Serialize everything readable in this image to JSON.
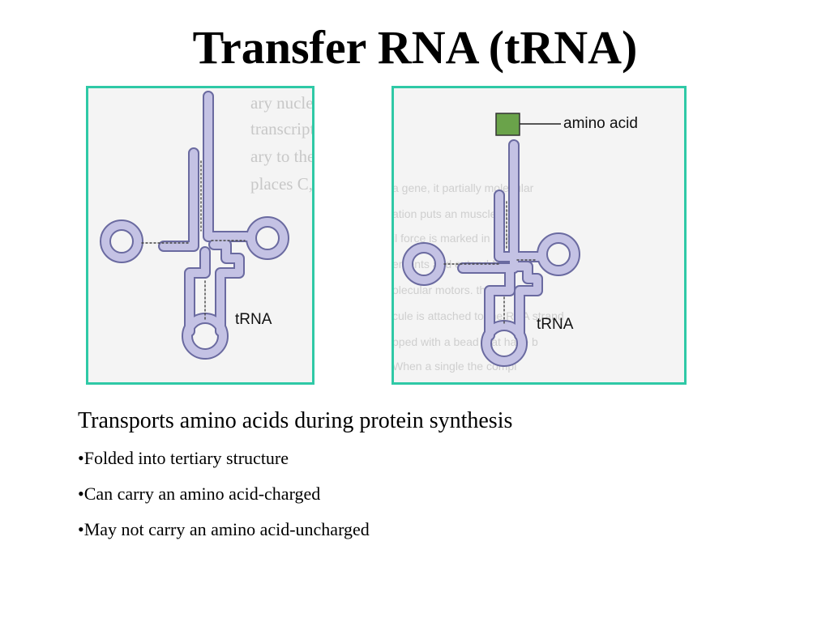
{
  "title": "Transfer RNA (tRNA)",
  "left_figure": {
    "label": "tRNA",
    "ghost_lines": [
      "ary nucleotides—A",
      "transcription, the se",
      "ary to the sequence",
      "places C, while CT G"
    ]
  },
  "right_figure": {
    "label": "tRNA",
    "amino_acid_label": "amino acid",
    "ghost_lines": [
      "a gene, it partially molecular",
      "ation puts an       muscles (s",
      "il force is marked      in addit",
      "ements and extend      Nyad th",
      "olecular motors.      these enzy",
      "cule is attached to the RNA strand",
      "pped with a bead        that have b",
      "When a single        the compl"
    ]
  },
  "body": {
    "heading": "Transports amino acids during protein synthesis",
    "bullets": [
      "•Folded into tertiary structure",
      "•Can carry an amino acid-charged",
      "•May not carry an amino acid-uncharged"
    ]
  },
  "colors": {
    "panel_border": "#2fc9a6",
    "trna_fill": "#c4c2e4",
    "trna_outline": "#6a6aa0",
    "amino_acid_fill": "#6aa34a"
  }
}
